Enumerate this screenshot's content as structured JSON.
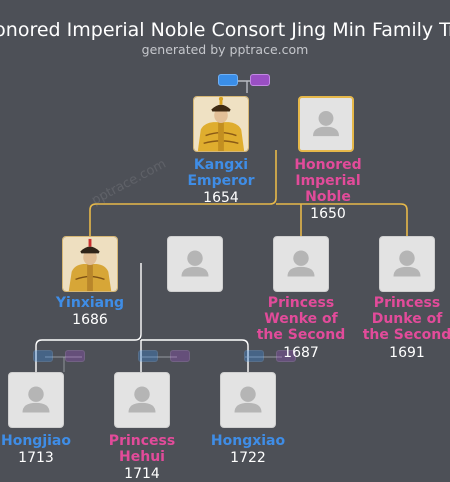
{
  "header": {
    "title": "onored Imperial Noble Consort Jing Min Family Tr",
    "subtitle": "generated by pptrace.com"
  },
  "watermark": "pptrace.com",
  "colors": {
    "background": "#4d5057",
    "male": "#3f8de6",
    "female": "#e24b9a",
    "line_white": "#ffffff",
    "line_gold": "#e6b84a"
  },
  "people": {
    "kangxi": {
      "name_lines": [
        "Kangxi",
        "Emperor"
      ],
      "year": "1654",
      "gender": "male",
      "photo": "emperor-portrait"
    },
    "jingmin": {
      "name_lines": [
        "Honored",
        "Imperial",
        "Noble"
      ],
      "year": "1650",
      "gender": "female",
      "photo": "placeholder"
    },
    "yinxiang": {
      "name_lines": [
        "Yinxiang"
      ],
      "year": "1686",
      "gender": "male",
      "photo": "prince-portrait"
    },
    "spouse": {
      "name_lines": [],
      "year": "",
      "gender": "unknown",
      "photo": "placeholder"
    },
    "wenke": {
      "name_lines": [
        "Princess",
        "Wenke of",
        "the Second"
      ],
      "year": "1687",
      "gender": "female",
      "photo": "placeholder"
    },
    "dunke": {
      "name_lines": [
        "Princess",
        "Dunke of",
        "the Second"
      ],
      "year": "1691",
      "gender": "female",
      "photo": "placeholder"
    },
    "hongjiao": {
      "name_lines": [
        "Hongjiao"
      ],
      "year": "1713",
      "gender": "male",
      "photo": "placeholder"
    },
    "hehui": {
      "name_lines": [
        "Princess",
        "Hehui"
      ],
      "year": "1714",
      "gender": "female",
      "photo": "placeholder"
    },
    "hongxiao": {
      "name_lines": [
        "Hongxiao"
      ],
      "year": "1722",
      "gender": "male",
      "photo": "placeholder"
    }
  }
}
